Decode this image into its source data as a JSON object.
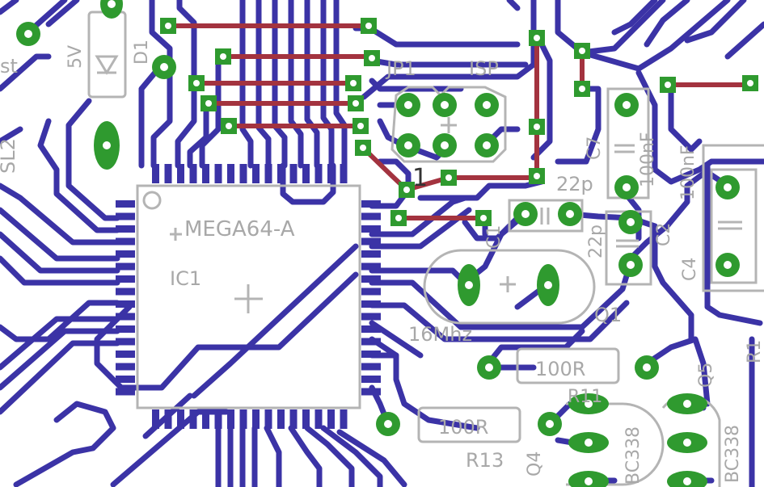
{
  "board": {
    "background": "#ffffff",
    "colors": {
      "bottom_trace": "#3b33a6",
      "top_trace": "#a3333f",
      "pad": "#2f9a2f",
      "silkscreen": "#a8a8a8"
    }
  },
  "labels": {
    "ic_value": "MEGA64-A",
    "ic_name": "IC1",
    "jp1": "JP1",
    "isp": "ISP",
    "pin1": "1",
    "c22p_a": "22p",
    "c22p_b": "22p",
    "c100nf_a": "100nF",
    "c100nf_b": "100nF",
    "c7": "C7",
    "c1": "C1",
    "c2": "C2",
    "c4": "C4",
    "crystal_value": "16Mhz",
    "crystal_name": "Q1",
    "r100_a": "100R",
    "r100_b": "100R",
    "r13": "R13",
    "r11": "R11",
    "r1": "R1",
    "q4": "Q4",
    "q5": "Q5",
    "bc338_a": "BC338",
    "bc338_b": "BC338",
    "d1": "D1",
    "z5v": "5V",
    "sl2": "SL2",
    "rst": "st"
  }
}
